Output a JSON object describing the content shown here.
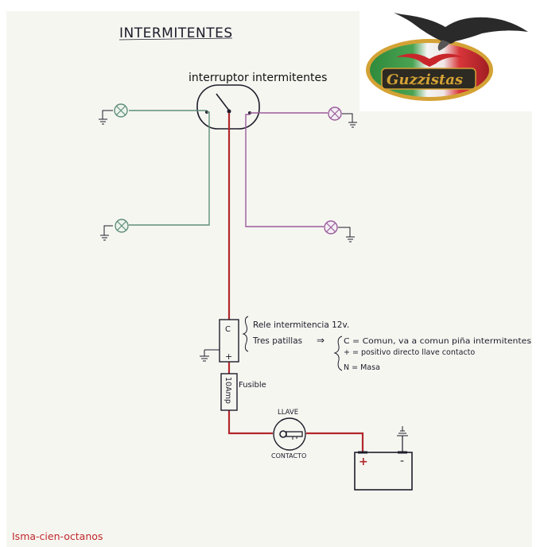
{
  "diagram": {
    "title": "INTERMITENTES",
    "switch_label": "interruptor intermitentes",
    "relay": {
      "line1": "Rele intermitencia 12v.",
      "line2": "Tres patillas",
      "arrow": "⇒",
      "terminal_c": "C",
      "terminal_plus": "+",
      "notes": [
        "C = Comun, va a comun piña intermitentes",
        "+ = positivo directo llave contacto",
        "N = Masa"
      ]
    },
    "fuse": {
      "rating": "10Amp",
      "label": "Fusible"
    },
    "key_switch": {
      "top_label": "LLAVE",
      "bottom_label": "CONTACTO"
    },
    "battery": {
      "positive": "+",
      "negative": "-"
    },
    "credit": "Isma-cien-octanos"
  },
  "logo": {
    "text": "Guzzistas",
    "icon": "eagle-icon",
    "colors": {
      "green": "#2f8a3c",
      "white": "#f4f4f4",
      "red": "#c8262b",
      "gold": "#d4a235"
    }
  },
  "wire_colors": {
    "left_lamps": "#5f8f78",
    "right_lamps": "#9a5c9a",
    "power": "#b1282c",
    "ink": "#1d1d2b"
  }
}
